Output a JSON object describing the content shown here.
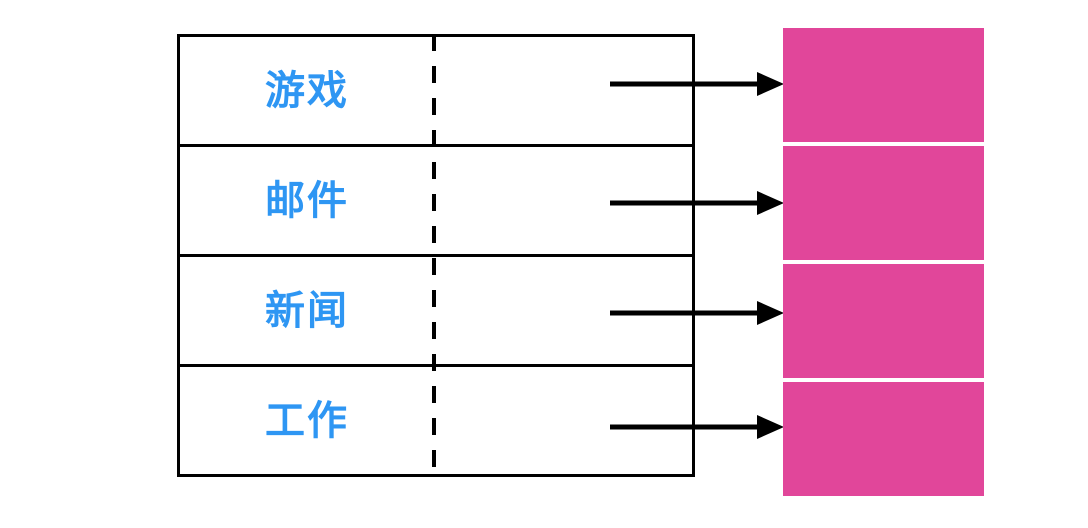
{
  "diagram": {
    "rows": [
      {
        "label": "游戏"
      },
      {
        "label": "邮件"
      },
      {
        "label": "新闻"
      },
      {
        "label": "工作"
      }
    ],
    "target_box_count": 4,
    "arrow_count": 4
  },
  "icons": {
    "arrow": "right-arrow-icon",
    "divider": "vertical-dashed-line"
  },
  "colors": {
    "label_blue": "#2E96F3",
    "box_pink": "#E1469A",
    "line_black": "#000000",
    "background": "#FFFFFF"
  }
}
